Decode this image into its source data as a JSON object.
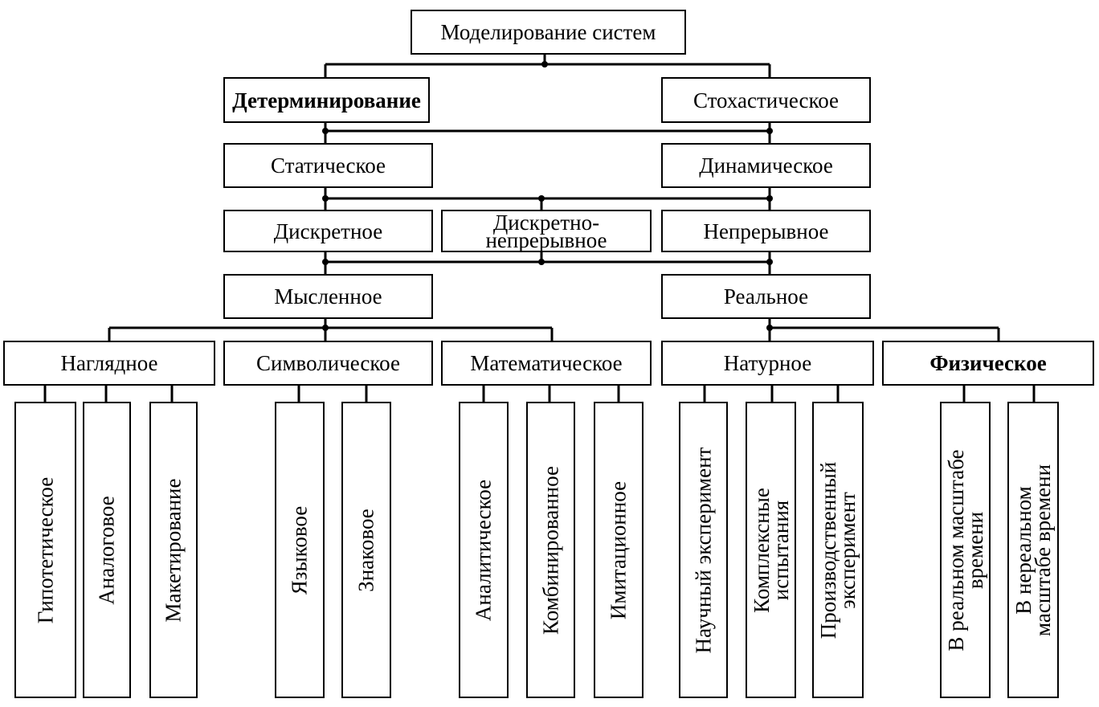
{
  "root": "Моделирование систем",
  "level1": {
    "left": "Детерминирование",
    "right": "Стохастическое"
  },
  "level2": {
    "left": "Статическое",
    "right": "Динамическое"
  },
  "level3": {
    "left": "Дискретное",
    "middle": [
      "Дискретно-",
      "непрерывное"
    ],
    "right": "Непрерывное"
  },
  "level4": {
    "left": "Мысленное",
    "right": "Реальное"
  },
  "level5": {
    "visual": "Наглядное",
    "symbolic": "Символическое",
    "mathematical": "Математическое",
    "natural": "Натурное",
    "physical": "Физическое"
  },
  "leaves": {
    "visual": [
      "Гипотетическое",
      "Аналоговое",
      "Макетирование"
    ],
    "symbolic": [
      "Языковое",
      "Знаковое"
    ],
    "mathematical": [
      "Аналитическое",
      "Комбинированное",
      "Имитационное"
    ],
    "natural": [
      [
        "Научный эксперимент"
      ],
      [
        "Комплексные",
        "испытания"
      ],
      [
        "Производственный",
        "эксперимент"
      ]
    ],
    "physical": [
      [
        "В реальном масштабе",
        "времени"
      ],
      [
        "В нереальном",
        "масштабе времени"
      ]
    ]
  }
}
